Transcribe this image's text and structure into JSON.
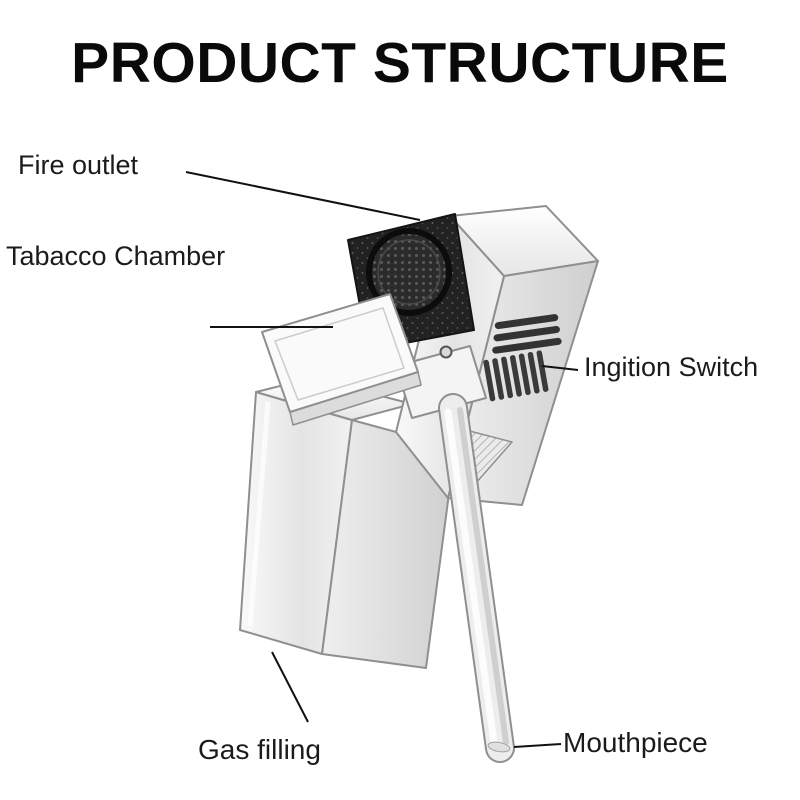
{
  "title": "PRODUCT STRUCTURE",
  "callouts": {
    "fire_outlet": {
      "label": "Fire outlet"
    },
    "tobacco_chamber": {
      "label": "Tabacco Chamber"
    },
    "ignition_switch": {
      "label": "Ingition Switch"
    },
    "gas_filling": {
      "label": "Gas filling"
    },
    "mouthpiece": {
      "label": "Mouthpiece"
    }
  },
  "colors": {
    "background": "#ffffff",
    "text": "#1b1b1b",
    "title": "#0a0a0a",
    "leader_line": "#111111"
  }
}
